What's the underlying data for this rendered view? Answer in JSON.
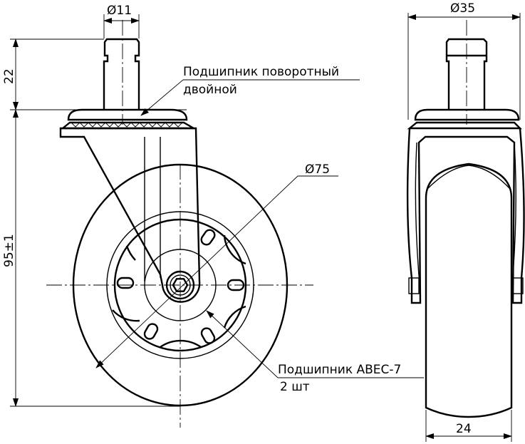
{
  "dimensions": {
    "stem_diameter": "Ø11",
    "stem_height": "22",
    "total_height": "95±1",
    "wheel_diameter": "Ø75",
    "width_outer": "Ø35",
    "wheel_width": "24"
  },
  "callouts": {
    "swivel_bearing_line1": "Подшипник поворотный",
    "swivel_bearing_line2": "двойной",
    "wheel_bearing_line1": "Подшипник ABEC-7",
    "wheel_bearing_line2": "2 шт"
  }
}
